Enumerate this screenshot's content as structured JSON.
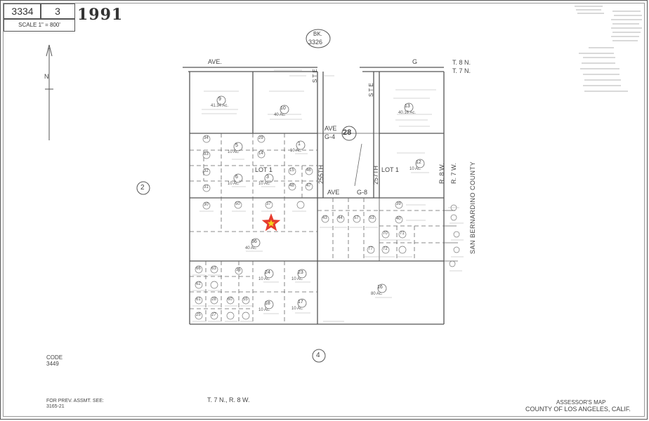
{
  "header": {
    "map_book": "3334",
    "page": "3",
    "scale": "SCALE 1\" = 800'",
    "year": "1991"
  },
  "book_ref": {
    "label": "BK.",
    "number": "3326"
  },
  "section_numbers": {
    "center": "28",
    "west": "2",
    "south": "4"
  },
  "north_label": "N",
  "streets": {
    "ave_top": "AVE.",
    "g_top": "G",
    "ave_g4_a": "AVE",
    "ave_g4_b": "G-4",
    "ave_g8_a": "AVE",
    "ave_g8_b": "G-8",
    "st_e_left": "S T E",
    "st_e_right": "S T E",
    "st_255th": "255TH",
    "st_257th": "257TH"
  },
  "township": {
    "t8n": "T. 8 N.",
    "t7n": "T. 7 N.",
    "r8w": "R. 8 W.",
    "r7w": "R. 7 W.",
    "bottom": "T. 7 N., R. 8 W."
  },
  "county_side": "SAN BERNARDINO COUNTY",
  "code": {
    "label": "CODE",
    "value": "3449"
  },
  "prev_assmt": {
    "label": "FOR PREV. ASSMT. SEE:",
    "value": "3165-21"
  },
  "footer": {
    "line1": "ASSESSOR'S MAP",
    "line2": "COUNTY OF LOS ANGELES, CALIF."
  },
  "lots": {
    "lot1_left": "LOT 1",
    "lot1_right": "LOT 1"
  },
  "parcels": [
    {
      "n": "9",
      "acres": "41.34 Ac."
    },
    {
      "n": "10",
      "acres": "40 Ac."
    },
    {
      "n": "13",
      "acres": "40.16 Ac."
    },
    {
      "n": "12",
      "acres": "10 Ac."
    },
    {
      "n": "5",
      "acres": "10 Ac."
    },
    {
      "n": "1",
      "acres": "10 Ac."
    },
    {
      "n": "6",
      "acres": "10 Ac."
    },
    {
      "n": "3",
      "acres": "10 Ac."
    },
    {
      "n": "36",
      "acres": "40 Ac."
    },
    {
      "n": "16",
      "acres": "80 Ac."
    },
    {
      "n": "24",
      "acres": "10 Ac."
    },
    {
      "n": "23",
      "acres": "10 Ac."
    },
    {
      "n": "18",
      "acres": "10 Ac."
    },
    {
      "n": "17",
      "acres": "10 Ac."
    }
  ],
  "parcels_small": [
    "34",
    "33",
    "32",
    "31",
    "30",
    "29",
    "15",
    "46",
    "14",
    "48",
    "47",
    "50",
    "37",
    "39",
    "40",
    "43",
    "44",
    "57",
    "53",
    "70",
    "71",
    "72",
    "77",
    "66",
    "63",
    "62",
    "61",
    "28",
    "25",
    "27",
    "60",
    "55",
    "35"
  ],
  "marker": {
    "kind": "star",
    "color": "#e63b2e",
    "center_color": "#f5d21e"
  },
  "colors": {
    "ink": "#444444",
    "star": "#e63b2e",
    "star_center": "#f5d21e"
  }
}
